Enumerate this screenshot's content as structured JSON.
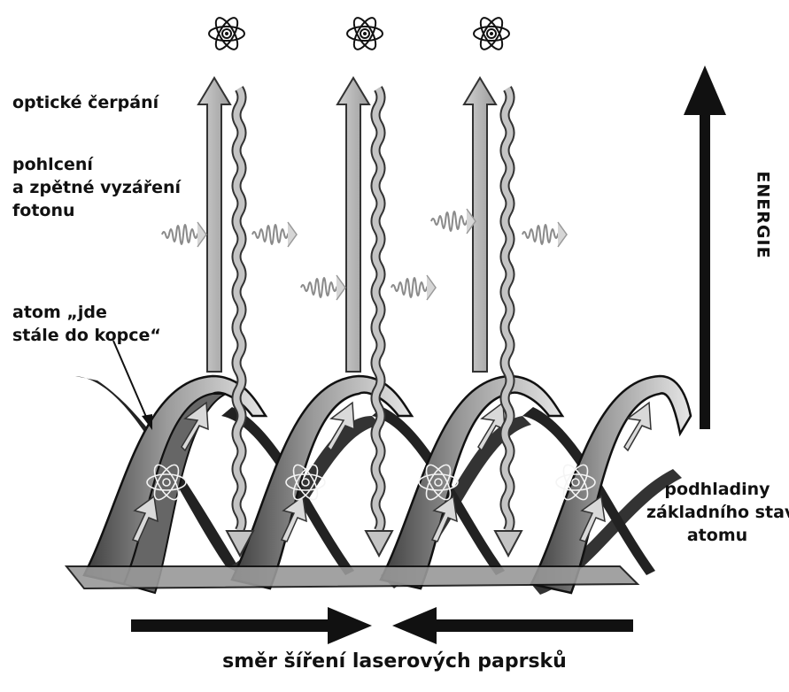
{
  "labels": {
    "optical_pumping": "optické čerpání",
    "absorption": [
      "pohlcení",
      "a zpětné vyzáření",
      "fotonu"
    ],
    "atom_uphill": [
      "atom „jde",
      "stále do kopce“"
    ],
    "energy": "ENERGIE",
    "sublevels": [
      "podhladiny",
      "základního stavu",
      "atomu"
    ],
    "direction": "směr šíření laserových paprsků"
  },
  "colors": {
    "ink": "#111111",
    "arrow_gray": "#b5b5b5",
    "ribbon_dark": "#555555",
    "ribbon_light": "#d8d8d8"
  },
  "icons": [
    "atom-icon",
    "photon-wave-icon"
  ]
}
